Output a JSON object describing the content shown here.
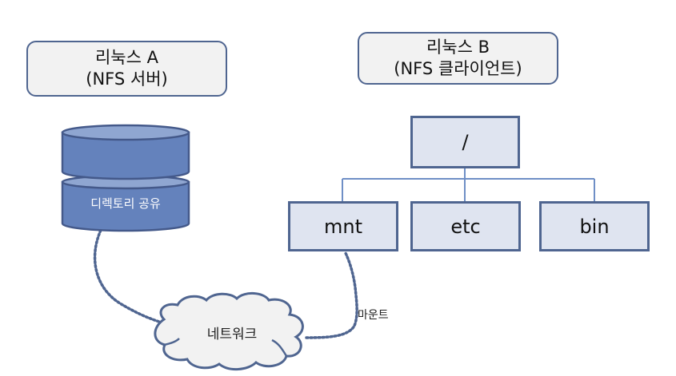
{
  "diagram": {
    "server": {
      "title_line1": "리눅스 A",
      "title_line2": "(NFS 서버)",
      "storage_label": "디렉토리 공유"
    },
    "client": {
      "title_line1": "리눅스 B",
      "title_line2": "(NFS 클라이언트)",
      "tree": {
        "root": "/",
        "children": [
          "mnt",
          "etc",
          "bin"
        ]
      }
    },
    "network_label": "네트워크",
    "mount_label": "마운트",
    "colors": {
      "border": "#4f6590",
      "node_fill": "#dfe4f0",
      "cylinder_fill": "#6482bc",
      "cylinder_top": "#8fa6d1",
      "tree_line": "#6f8fc6",
      "cloud_fill": "#f2f2f2",
      "dotted_link": "#4f6590"
    }
  }
}
